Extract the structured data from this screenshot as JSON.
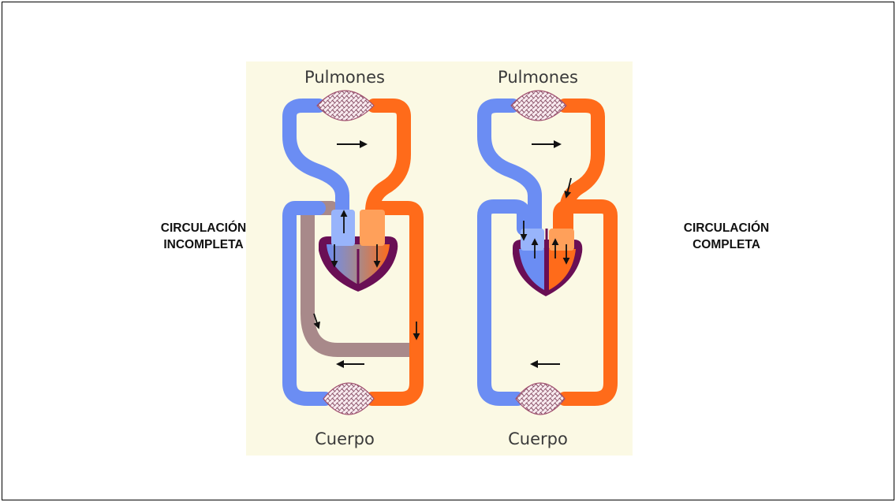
{
  "colors": {
    "background": "#fbf9e4",
    "venous_blue": "#6b8df3",
    "venous_light": "#98b4fb",
    "arterial_orange": "#ff6b1a",
    "arterial_light": "#ffa05a",
    "mixed_mauve": "#a8898a",
    "heart_purple": "#6a0f55",
    "capillary": "#7a3b54"
  },
  "labels": {
    "left": [
      "CIRCULACIÓN",
      "INCOMPLETA"
    ],
    "right": [
      "CIRCULACIÓN",
      "COMPLETA"
    ]
  },
  "diagrams": [
    {
      "top_label": "Pulmones",
      "bottom_label": "Cuerpo",
      "type": "incomplete"
    },
    {
      "top_label": "Pulmones",
      "bottom_label": "Cuerpo",
      "type": "complete"
    }
  ]
}
